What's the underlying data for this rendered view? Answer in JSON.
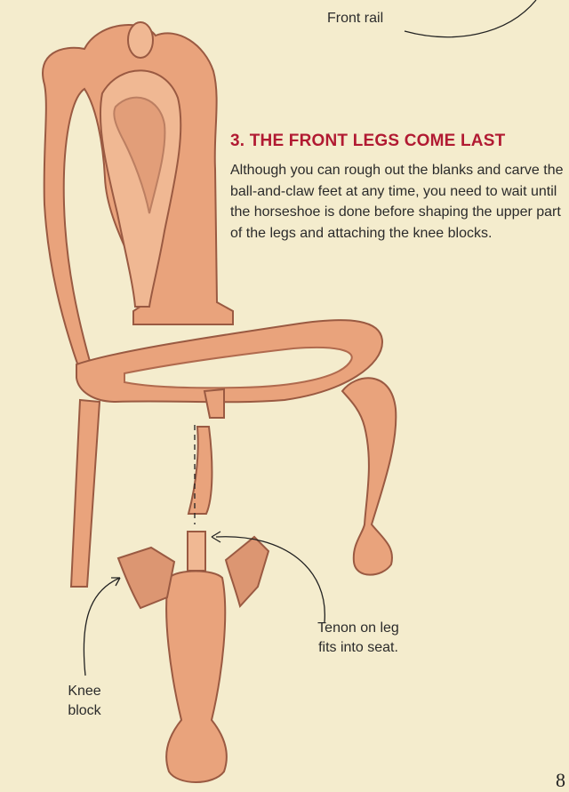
{
  "callouts": {
    "front_rail": "Front rail",
    "tenon_line1": "Tenon on leg",
    "tenon_line2": "fits into seat.",
    "knee_line1": "Knee",
    "knee_line2": "block"
  },
  "step": {
    "heading": "3. THE FRONT LEGS COME LAST",
    "body": "Although you can rough out the blanks and carve the ball-and-claw feet at any time, you need to wait until the horseshoe is done before shaping the upper part of the legs and attaching the knee blocks."
  },
  "page_number": "8",
  "colors": {
    "background": "#f4eccd",
    "heading": "#b11a32",
    "wood": "#e9a37c",
    "wood_shadow": "#c9785a"
  }
}
